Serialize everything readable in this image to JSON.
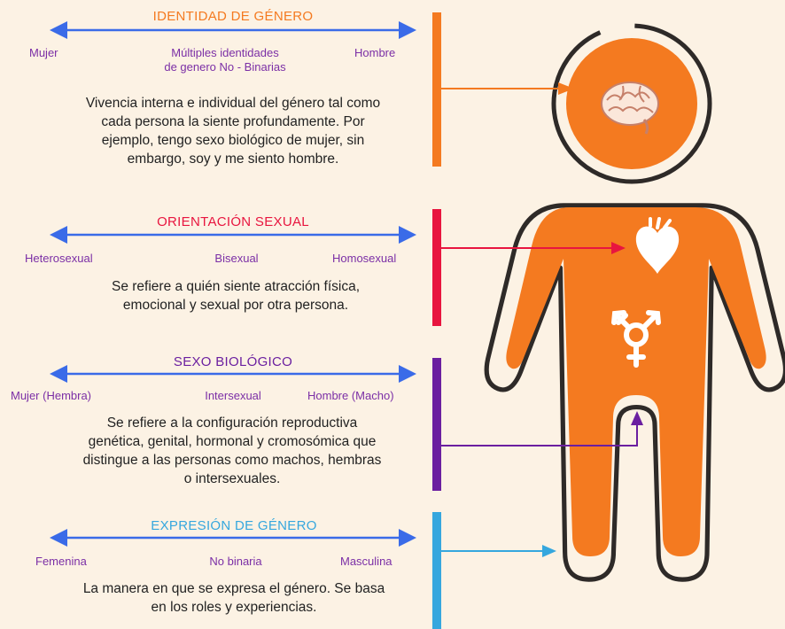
{
  "colors": {
    "identity": "#f47a20",
    "orientation": "#e8153f",
    "sex": "#6b1fa0",
    "expression": "#35a7de",
    "axis": "#3a6be8",
    "label": "#7b2fa6",
    "figure": "#f47a20",
    "outline": "#2e2a28"
  },
  "sections": [
    {
      "key": "identity",
      "title": "IDENTIDAD DE GÉNERO",
      "left": "Mujer",
      "middle": "Múltiples identidades\nde genero No -  Binarias",
      "right": "Hombre",
      "description": "Vivencia interna e individual del género tal como\ncada persona la siente profundamente. Por\nejemplo, tengo sexo biológico de mujer, sin\nembargo, soy y me siento hombre."
    },
    {
      "key": "orientation",
      "title": "ORIENTACIÓN SEXUAL",
      "left": "Heterosexual",
      "middle": "Bisexual",
      "right": "Homosexual",
      "description": "Se refiere a quién siente atracción física,\nemocional y sexual por otra persona."
    },
    {
      "key": "sex",
      "title": "SEXO BIOLÓGICO",
      "left": "Mujer (Hembra)",
      "middle": "Intersexual",
      "right": "Hombre (Macho)",
      "description": "Se refiere a la configuración reproductiva\ngenética, genital, hormonal y cromosómica que\ndistingue a las personas como machos, hembras\no intersexuales."
    },
    {
      "key": "expression",
      "title": "EXPRESIÓN DE GÉNERO",
      "left": "Femenina",
      "middle": "No binaria",
      "right": "Masculina",
      "description": "La manera en que se expresa el género. Se basa\nen los roles y experiencias."
    }
  ],
  "icons": {
    "brain": "brain-icon",
    "heart": "heart-icon",
    "transgender": "transgender-symbol-icon"
  }
}
